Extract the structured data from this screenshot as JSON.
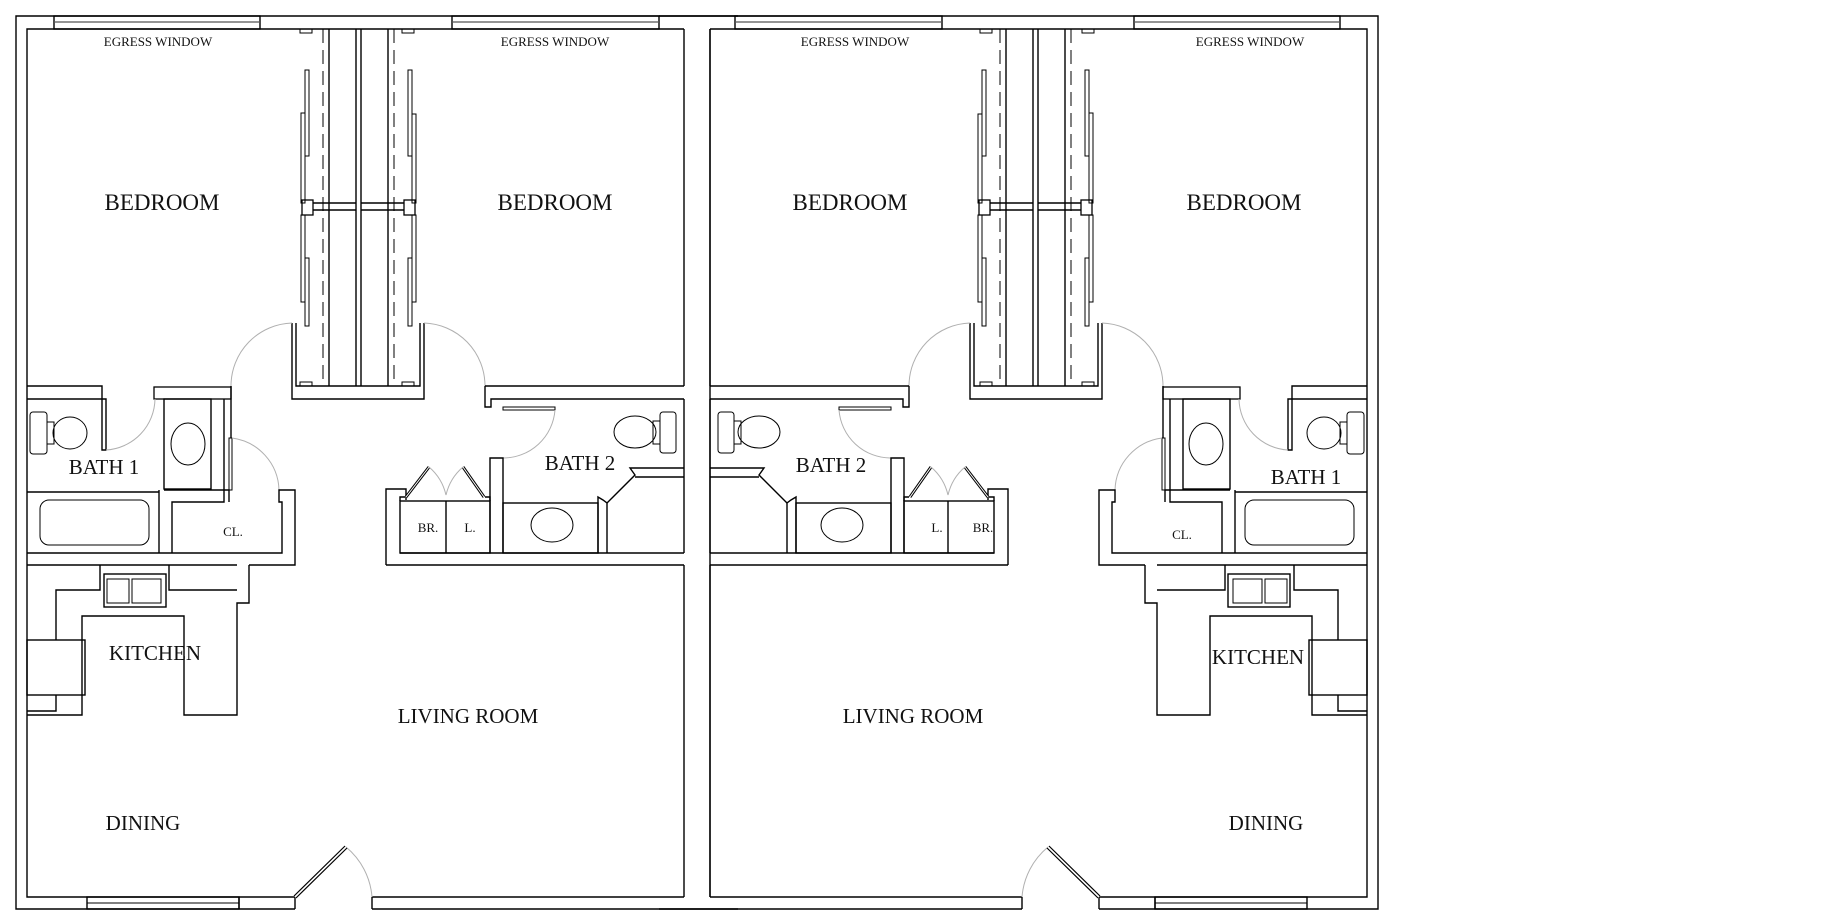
{
  "document": {
    "type": "duplex floor plan",
    "units": [
      {
        "id": "left-unit",
        "labels": {
          "egress_window_1": "EGRESS WINDOW",
          "egress_window_2": "EGRESS WINDOW",
          "bedroom_1": "BEDROOM",
          "bedroom_2": "BEDROOM",
          "bath_1": "BATH 1",
          "bath_2": "BATH 2",
          "closet": "CL.",
          "broom": "BR.",
          "linen": "L.",
          "kitchen": "KITCHEN",
          "living_room": "LIVING ROOM",
          "dining": "DINING"
        }
      },
      {
        "id": "right-unit",
        "labels": {
          "egress_window_1": "EGRESS WINDOW",
          "egress_window_2": "EGRESS WINDOW",
          "bedroom_1": "BEDROOM",
          "bedroom_2": "BEDROOM",
          "bath_1": "BATH 1",
          "bath_2": "BATH 2",
          "closet": "CL.",
          "broom": "BR.",
          "linen": "L.",
          "kitchen": "KITCHEN",
          "living_room": "LIVING ROOM",
          "dining": "DINING"
        }
      }
    ],
    "colors": {
      "background": "#ffffff",
      "walls": "#000000",
      "door_swing": "#b0b0b0"
    }
  }
}
